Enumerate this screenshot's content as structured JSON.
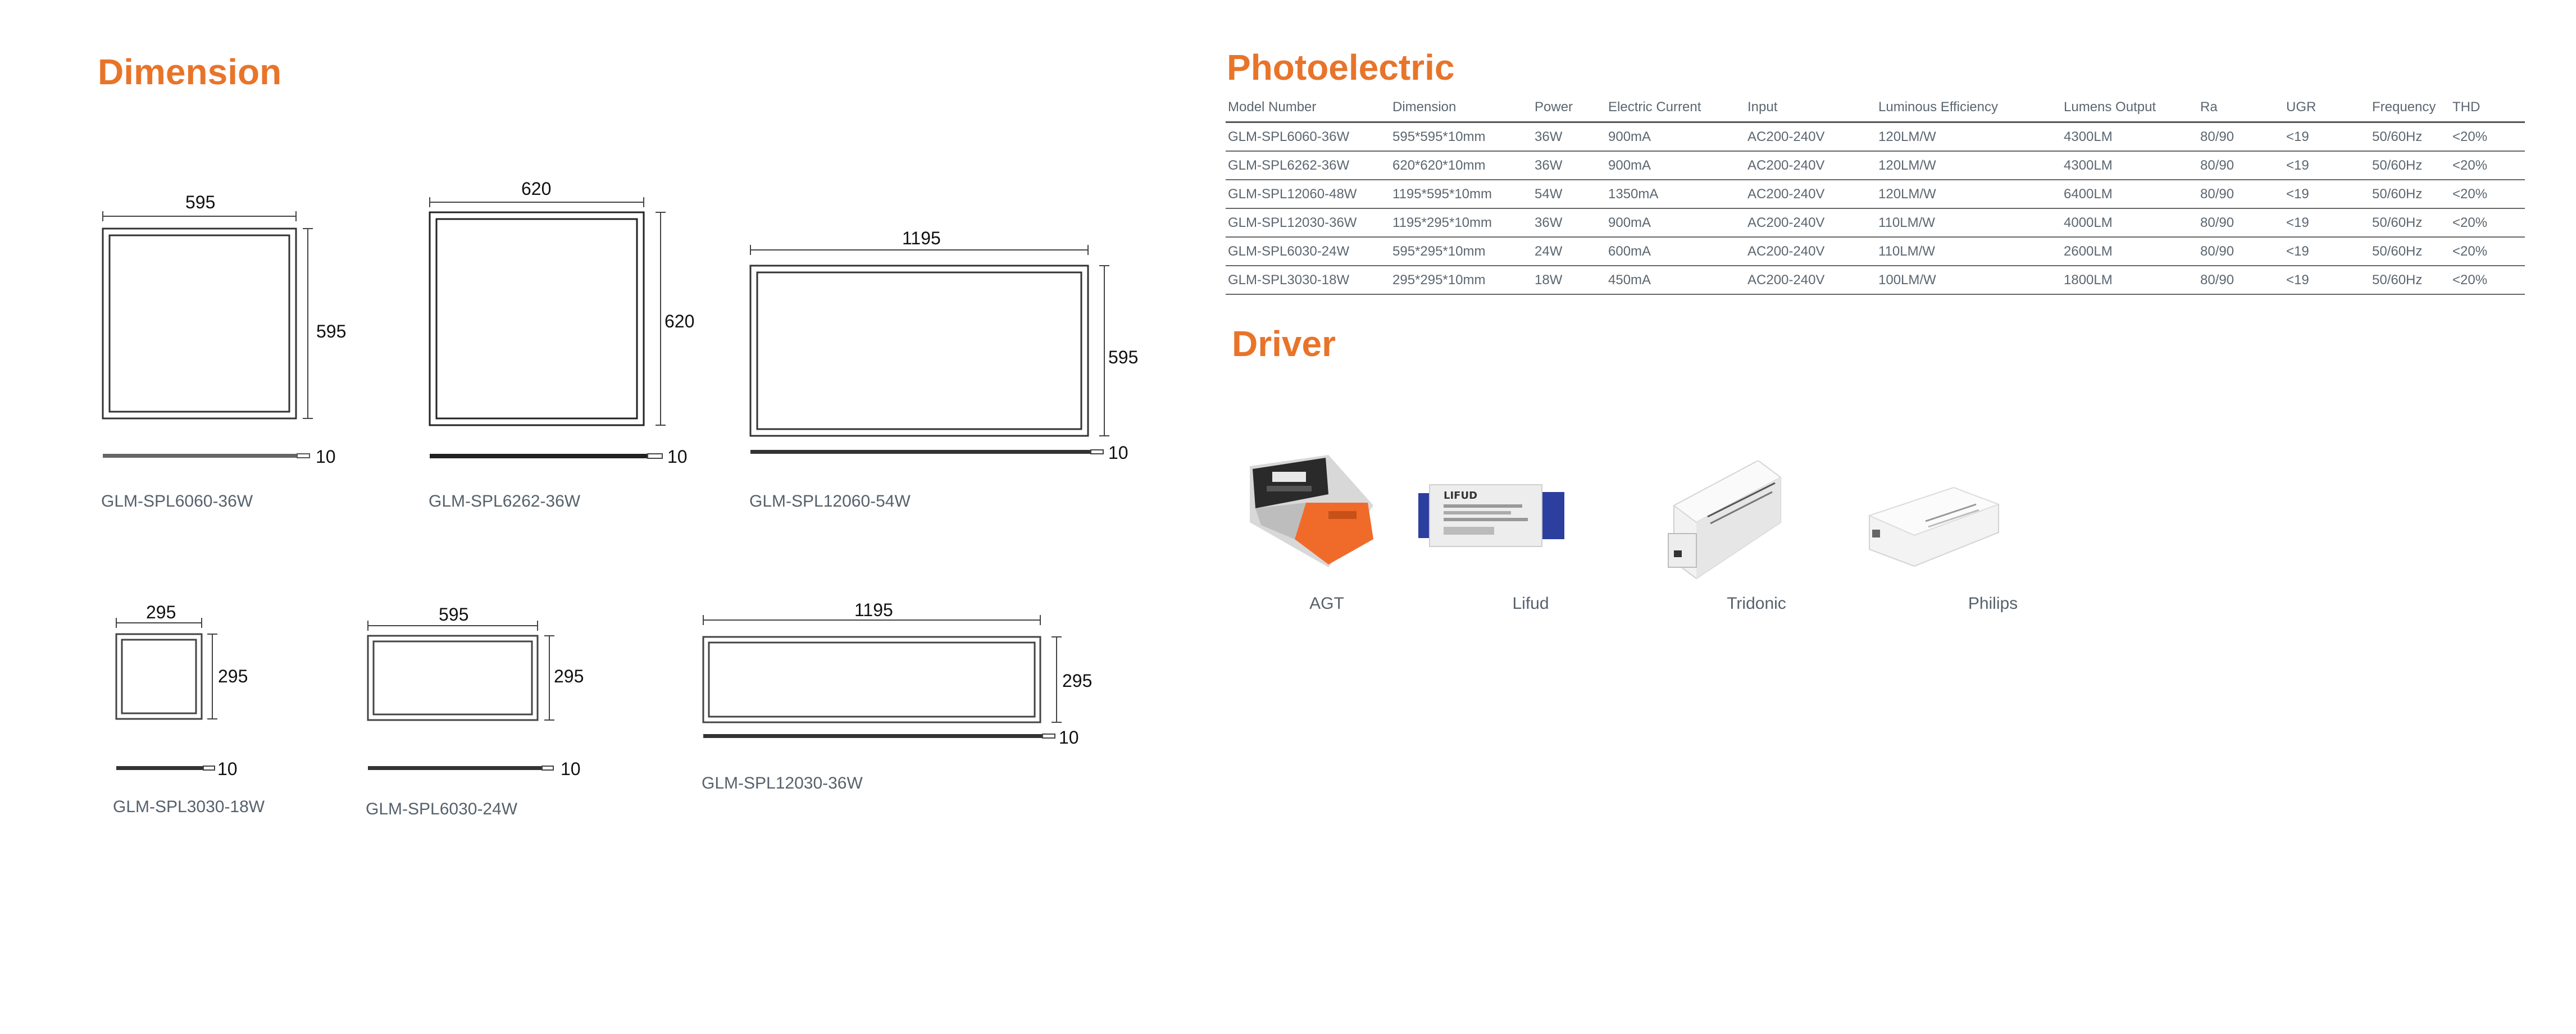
{
  "dimension": {
    "title": "Dimension",
    "panels": [
      {
        "model": "GLM-SPL6060-36W",
        "width_label": "595",
        "height_label": "595",
        "thickness_label": "10"
      },
      {
        "model": "GLM-SPL6262-36W",
        "width_label": "620",
        "height_label": "620",
        "thickness_label": "10"
      },
      {
        "model": "GLM-SPL12060-54W",
        "width_label": "1195",
        "height_label": "595",
        "thickness_label": "10"
      },
      {
        "model": "GLM-SPL3030-18W",
        "width_label": "295",
        "height_label": "295",
        "thickness_label": "10"
      },
      {
        "model": "GLM-SPL6030-24W",
        "width_label": "595",
        "height_label": "295",
        "thickness_label": "10"
      },
      {
        "model": "GLM-SPL12030-36W",
        "width_label": "1195",
        "height_label": "295",
        "thickness_label": "10"
      }
    ]
  },
  "photoelectric": {
    "title": "Photoelectric",
    "columns": [
      "Model Number",
      "Dimension",
      "Power",
      "Electric Current",
      "Input",
      "Luminous Efficiency",
      "Lumens Output",
      "Ra",
      "UGR",
      "Frequency",
      "THD"
    ],
    "rows": [
      [
        "GLM-SPL6060-36W",
        "595*595*10mm",
        "36W",
        "900mA",
        "AC200-240V",
        "120LM/W",
        "4300LM",
        "80/90",
        "<19",
        "50/60Hz",
        "<20%"
      ],
      [
        "GLM-SPL6262-36W",
        "620*620*10mm",
        "36W",
        "900mA",
        "AC200-240V",
        "120LM/W",
        "4300LM",
        "80/90",
        "<19",
        "50/60Hz",
        "<20%"
      ],
      [
        "GLM-SPL12060-48W",
        "1195*595*10mm",
        "54W",
        "1350mA",
        "AC200-240V",
        "120LM/W",
        "6400LM",
        "80/90",
        "<19",
        "50/60Hz",
        "<20%"
      ],
      [
        "GLM-SPL12030-36W",
        "1195*295*10mm",
        "36W",
        "900mA",
        "AC200-240V",
        "110LM/W",
        "4000LM",
        "80/90",
        "<19",
        "50/60Hz",
        "<20%"
      ],
      [
        "GLM-SPL6030-24W",
        "595*295*10mm",
        "24W",
        "600mA",
        "AC200-240V",
        "110LM/W",
        "2600LM",
        "80/90",
        "<19",
        "50/60Hz",
        "<20%"
      ],
      [
        "GLM-SPL3030-18W",
        "295*295*10mm",
        "18W",
        "450mA",
        "AC200-240V",
        "100LM/W",
        "1800LM",
        "80/90",
        "<19",
        "50/60Hz",
        "<20%"
      ]
    ]
  },
  "driver": {
    "title": "Driver",
    "brands": [
      "AGT",
      "Lifud",
      "Tridonic",
      "Philips"
    ],
    "lifud_logo_text": "LIFUD"
  },
  "colors": {
    "accent": "#e8742a",
    "text": "#555a60",
    "line": "#333333"
  }
}
